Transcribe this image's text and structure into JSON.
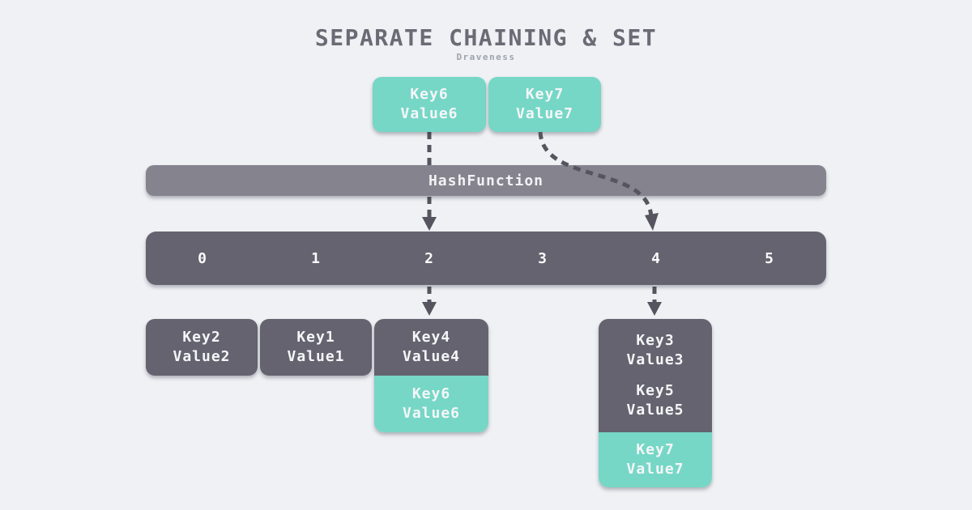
{
  "title": "SEPARATE CHAINING & SET",
  "subtitle": "Draveness",
  "hash_function_label": "HashFunction",
  "inputs": [
    {
      "key": "Key6",
      "value": "Value6"
    },
    {
      "key": "Key7",
      "value": "Value7"
    }
  ],
  "table": {
    "slots": [
      "0",
      "1",
      "2",
      "3",
      "4",
      "5"
    ]
  },
  "chains": {
    "slot0": {
      "entries": [
        {
          "key": "Key2",
          "value": "Value2"
        }
      ]
    },
    "slot1": {
      "entries": [
        {
          "key": "Key1",
          "value": "Value1"
        }
      ]
    },
    "slot2": {
      "entries": [
        {
          "key": "Key4",
          "value": "Value4"
        },
        {
          "key": "Key6",
          "value": "Value6"
        }
      ]
    },
    "slot4": {
      "entries": [
        {
          "key": "Key3",
          "value": "Value3"
        },
        {
          "key": "Key5",
          "value": "Value5"
        },
        {
          "key": "Key7",
          "value": "Value7"
        }
      ]
    }
  },
  "colors": {
    "background": "#EFF1F4",
    "highlight_teal": "#76D7C6",
    "node_gray": "#64636F",
    "hash_bar_gray": "#85848E",
    "arrow_gray": "#56555F",
    "title_gray": "#6B6A75"
  }
}
